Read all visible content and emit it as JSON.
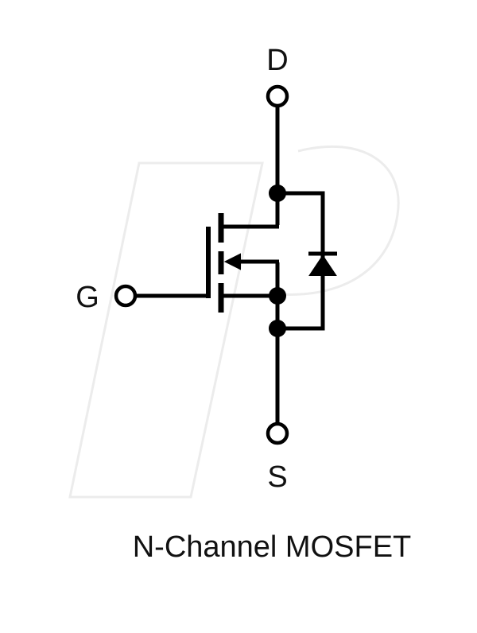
{
  "diagram": {
    "caption": "N-Channel MOSFET",
    "pins": {
      "drain": "D",
      "gate": "G",
      "source": "S"
    },
    "colors": {
      "line": "#000000",
      "background": "#ffffff",
      "watermark": "#ececec"
    }
  }
}
